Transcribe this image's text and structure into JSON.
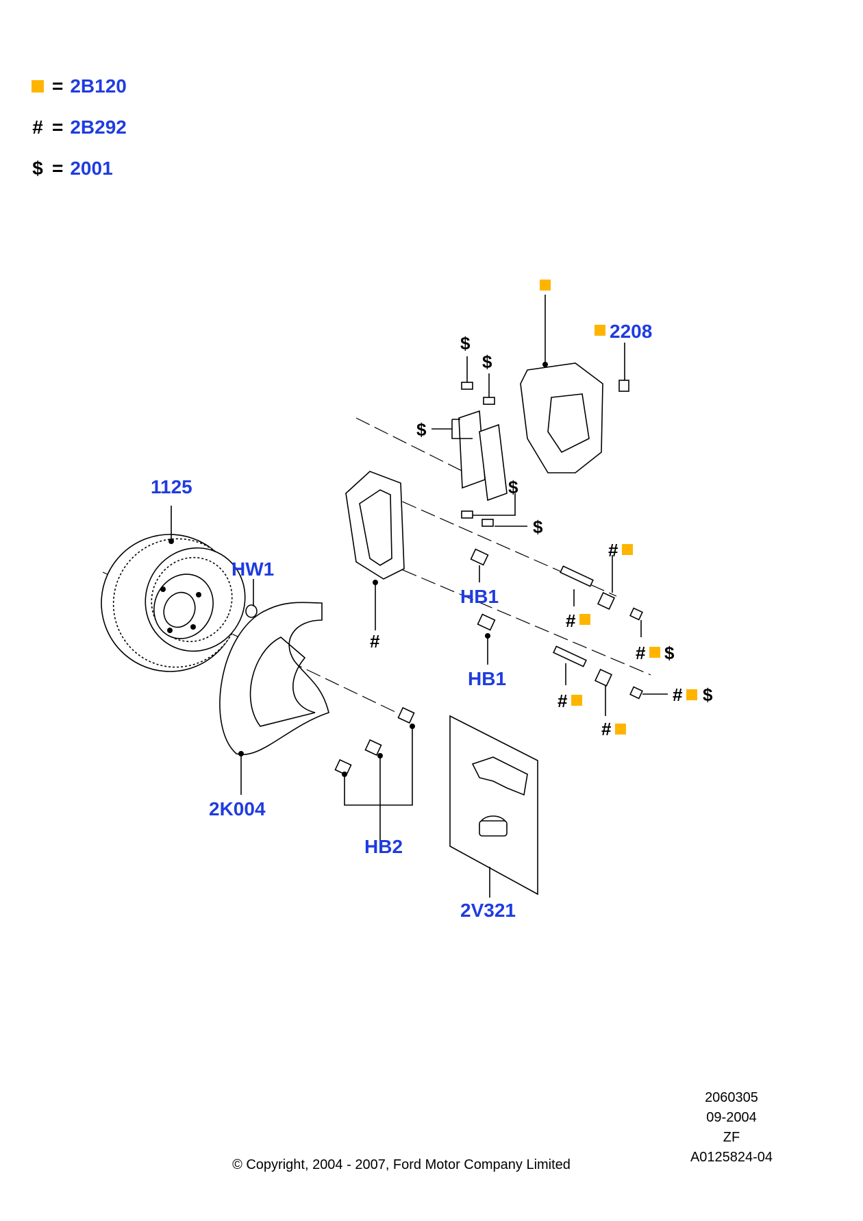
{
  "legend": [
    {
      "symbol": "■",
      "symbol_kind": "square",
      "code": "2B120"
    },
    {
      "symbol": "#",
      "symbol_kind": "text",
      "code": "2B292"
    },
    {
      "symbol": "$",
      "symbol_kind": "text",
      "code": "2001"
    }
  ],
  "legend_eq": "=",
  "colors": {
    "square": "#ffb400",
    "callout": "#1f3ce0",
    "line": "#000000"
  },
  "callouts": {
    "c1125": "1125",
    "hw1": "HW1",
    "hb1_upper": "HB1",
    "hb1_lower": "HB1",
    "k2004": "2K004",
    "hb2": "HB2",
    "v2321": "2V321",
    "p2208": "2208"
  },
  "symbols": {
    "hash": "#",
    "dollar": "$"
  },
  "footer": {
    "copyright": "© Copyright, 2004 - 2007, Ford Motor Company Limited",
    "ref_number": "2060305",
    "date": "09-2004",
    "code": "ZF",
    "doc_id": "A0125824-04"
  }
}
